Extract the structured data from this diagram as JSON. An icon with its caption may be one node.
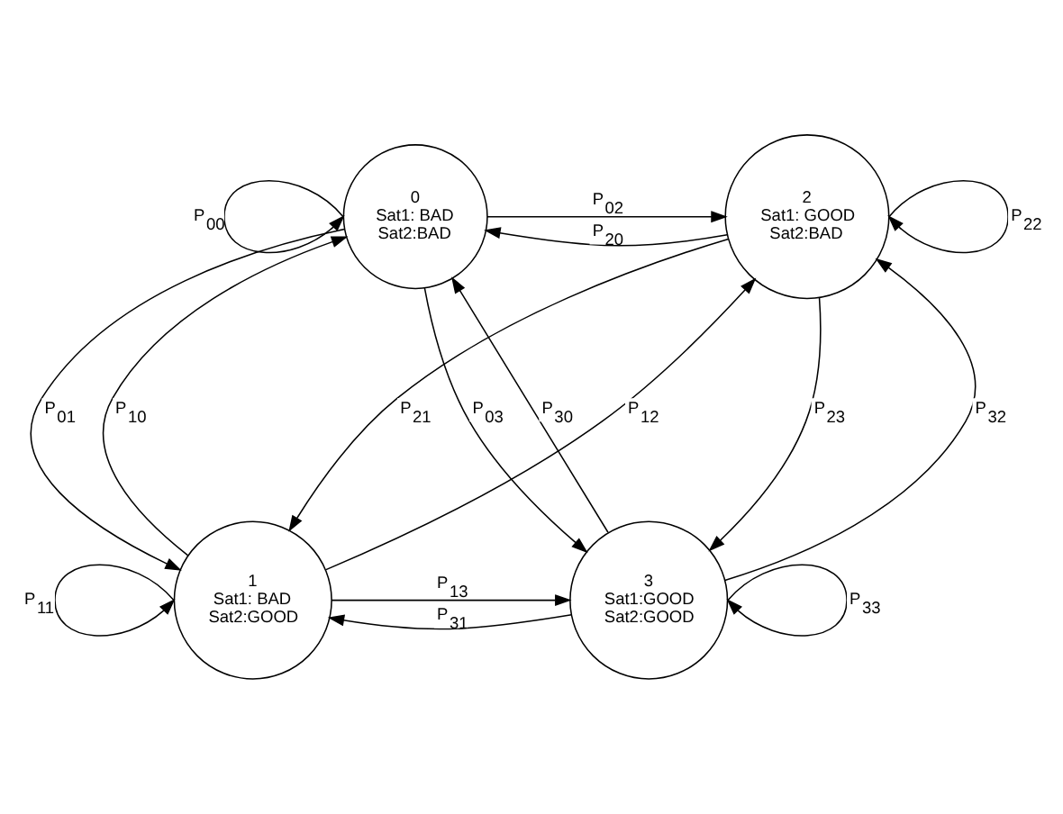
{
  "diagram": {
    "nodes": [
      {
        "text": [
          "0",
          "Sat1: BAD",
          "Sat2:BAD"
        ]
      },
      {
        "text": [
          "2",
          "Sat1: GOOD",
          "Sat2:BAD"
        ]
      },
      {
        "text": [
          "1",
          "Sat1: BAD",
          "Sat2:GOOD"
        ]
      },
      {
        "text": [
          "3",
          "Sat1:GOOD",
          "Sat2:GOOD"
        ]
      }
    ],
    "edges": [
      {
        "from": 0,
        "to": 0,
        "arrow": "to",
        "label": "P$_{00}$"
      },
      {
        "from": 0,
        "to": 1,
        "arrow": "to",
        "label": "P$_{02}$"
      },
      {
        "from": 1,
        "to": 0,
        "arrow": "to",
        "label": "P$_{20}$"
      },
      {
        "from": 1,
        "to": 1,
        "arrow": "to",
        "label": "P$_{22}$"
      },
      {
        "from": 2,
        "to": 0,
        "arrow": "to",
        "label": "P$_{10}$"
      },
      {
        "from": 0,
        "to": 2,
        "arrow": "to",
        "label": "P$_{01}$"
      },
      {
        "from": 3,
        "to": 0,
        "arrow": "to",
        "label": "P$_{30}$"
      },
      {
        "from": 2,
        "to": 1,
        "arrow": "to",
        "label": "P$_{12}$"
      },
      {
        "from": 3,
        "to": 1,
        "arrow": "to",
        "label": "P$_{32}$"
      },
      {
        "from": 1,
        "to": 3,
        "arrow": "to",
        "label": "P$_{23}$"
      },
      {
        "from": 0,
        "to": 3,
        "arrow": "to",
        "label": "P$_{03}$"
      },
      {
        "from": 1,
        "to": 2,
        "arrow": "to",
        "label": "P$_{21}$"
      },
      {
        "from": 2,
        "to": 2,
        "arrow": "to",
        "label": "P$_{11}$"
      },
      {
        "from": 2,
        "to": 3,
        "arrow": "to",
        "label": "P$_{13}$"
      },
      {
        "from": 3,
        "to": 3,
        "arrow": "to",
        "label": "P$_{33}$"
      },
      {
        "from": 3,
        "to": 2,
        "arrow": "to",
        "label": "P$_{31}$"
      }
    ]
  }
}
